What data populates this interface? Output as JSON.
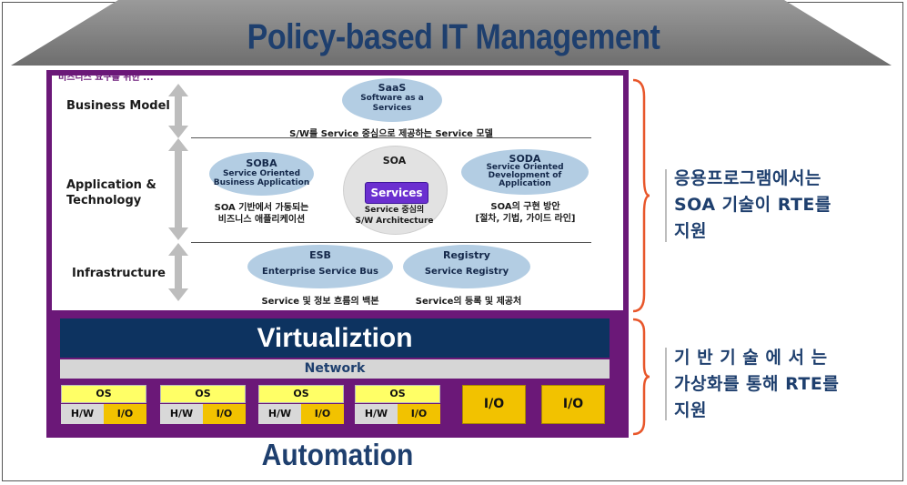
{
  "title": "Policy-based IT Management",
  "cut_text": "비즈니스 요구를 위한 ...",
  "rows": {
    "business": "Business Model",
    "application": "Application &\nTechnology",
    "infrastructure": "Infrastructure"
  },
  "saas": {
    "title": "SaaS",
    "sub": "Software as a\nServices",
    "caption": "S/W를 Service 중심으로 제공하는 Service 모델"
  },
  "soba": {
    "title": "SOBA",
    "sub": "Service Oriented\nBusiness Application",
    "caption": "SOA 기반에서 가동되는\n비즈니스 애플리케이션"
  },
  "soa": {
    "title": "SOA",
    "button": "Services",
    "caption": "Service 중심의\nS/W Architecture"
  },
  "soda": {
    "title": "SODA",
    "sub": "Service Oriented\nDevelopment of\nApplication",
    "caption": "SOA의 구현 방안\n[절차, 기법, 가이드 라인]"
  },
  "esb": {
    "title": "ESB",
    "sub": "Enterprise Service Bus",
    "caption": "Service 및 정보 흐름의 백본"
  },
  "registry": {
    "title": "Registry",
    "sub": "Service Registry",
    "caption": "Service의 등록 및 제공처"
  },
  "virtualization": "Virtualiztion",
  "network": "Network",
  "os_label": "OS",
  "hw_label": "H/W",
  "io_label": "I/O",
  "automation": "Automation",
  "side_top": "응용프로그램에서는\nSOA 기술이 RTE를\n지원",
  "side_bottom": "기 반 기 술 에 서 는\n가상화를 통해 RTE를\n지원",
  "colors": {
    "purple": "#6b1878",
    "navy": "#0d3360",
    "title_blue": "#1e3f6e",
    "ellipse": "#b3cde3",
    "yellow": "#ffff66",
    "gold": "#f2c200",
    "brace": "#e8562a"
  }
}
